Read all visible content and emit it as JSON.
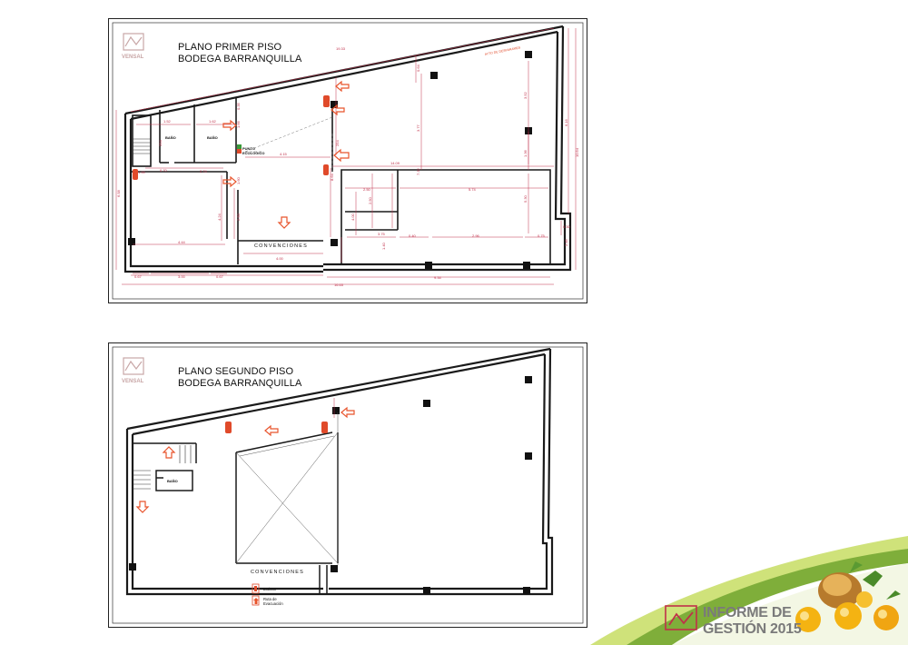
{
  "plan1": {
    "title_line1": "PLANO PRIMER PISO",
    "title_line2": "BODEGA BARRANQUILLA",
    "logo_text": "VENSAL",
    "bano_1": "BAÑO",
    "bano_2": "BAÑO",
    "punto_line1": "PUNTO",
    "punto_line2": "ECOLÓGICO",
    "convenciones": "CONVENCIONES",
    "red_note": "AYTO DE DESPARAMES",
    "dims": {
      "d1933": "19.33",
      "d152": "1.52",
      "d162": "1.62",
      "d254a": "254",
      "d070": "0.70",
      "d274": "2.74",
      "d166": "1.66",
      "d415": "4.15",
      "d1409": "14.09",
      "d250": "2.50",
      "d574": "5.74",
      "d250b": "2.50",
      "d400": "4.00",
      "d375": "3.75",
      "d040": "0.40",
      "d296": "2.96",
      "d075": "0.75",
      "d444": "4.44",
      "d424": "4.24",
      "d250c": "2.50",
      "d400b": "4.00",
      "d067a": "0.67",
      "d300": "3.00",
      "d067b": "0.67",
      "d1665": "16.65",
      "d934": "9.34",
      "d658": "6.58",
      "d616": "6.16",
      "d1054": "10.54",
      "d030": "0.30",
      "d245": "2.45",
      "d377": "3.77",
      "d732": "7.32",
      "d530": "5.30",
      "d136": "1.36",
      "d352": "3.52",
      "d064": "0.64",
      "d160": "1.60",
      "d140": "1.40",
      "d100": "1.00",
      "d254b": "254",
      "d864": "8.64",
      "d035": "0.35"
    }
  },
  "plan2": {
    "title_line1": "PLANO SEGUNDO PISO",
    "title_line2": "BODEGA BARRANQUILLA",
    "logo_text": "VENSAL",
    "bano": "BAÑO",
    "convenciones": "CONVENCIONES",
    "legend_extintor": "Extintor",
    "legend_ruta_line1": "Ruta de",
    "legend_ruta_line2": "Evacuación"
  },
  "brand": {
    "line1": "INFORME DE",
    "line2": "GESTIÓN 2015"
  },
  "colors": {
    "wall": "#1a1a1a",
    "dimension": "#c0304a",
    "evac": "#e8542c",
    "extinguisher": "#e04a2a",
    "logo": "#c8a6a6",
    "brand_green_light": "#cfe27a",
    "brand_green_dark": "#6a9a2a",
    "fruit": "#f4b312"
  }
}
